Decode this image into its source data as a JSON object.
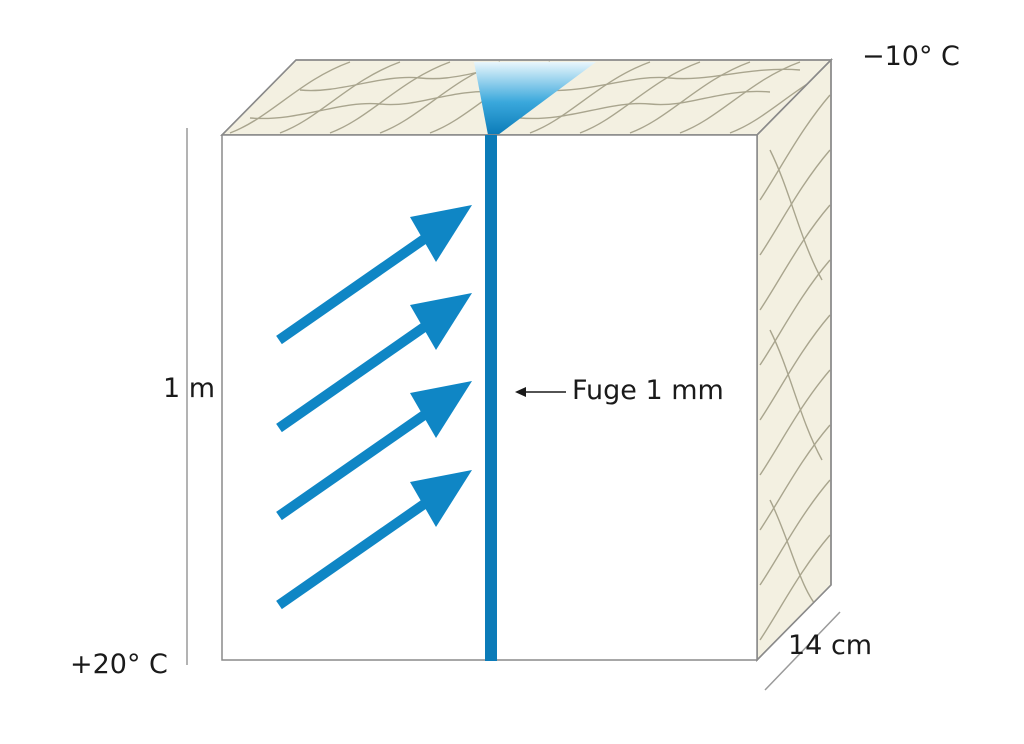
{
  "labels": {
    "cold_temp": "−10° C",
    "warm_temp": "+20° C",
    "height": "1 m",
    "depth": "14 cm",
    "joint": "Fuge 1 mm"
  },
  "colors": {
    "accent_blue": "#0f86c5",
    "joint_blue": "#0b7bb8",
    "insulation_fill": "#f3f0e1",
    "insulation_stroke": "#a9a58e",
    "outline": "#8a8a8a"
  },
  "icons": {
    "airflow_arrows": "arrow-up-right-icon",
    "joint_pointer": "arrow-left-icon"
  }
}
